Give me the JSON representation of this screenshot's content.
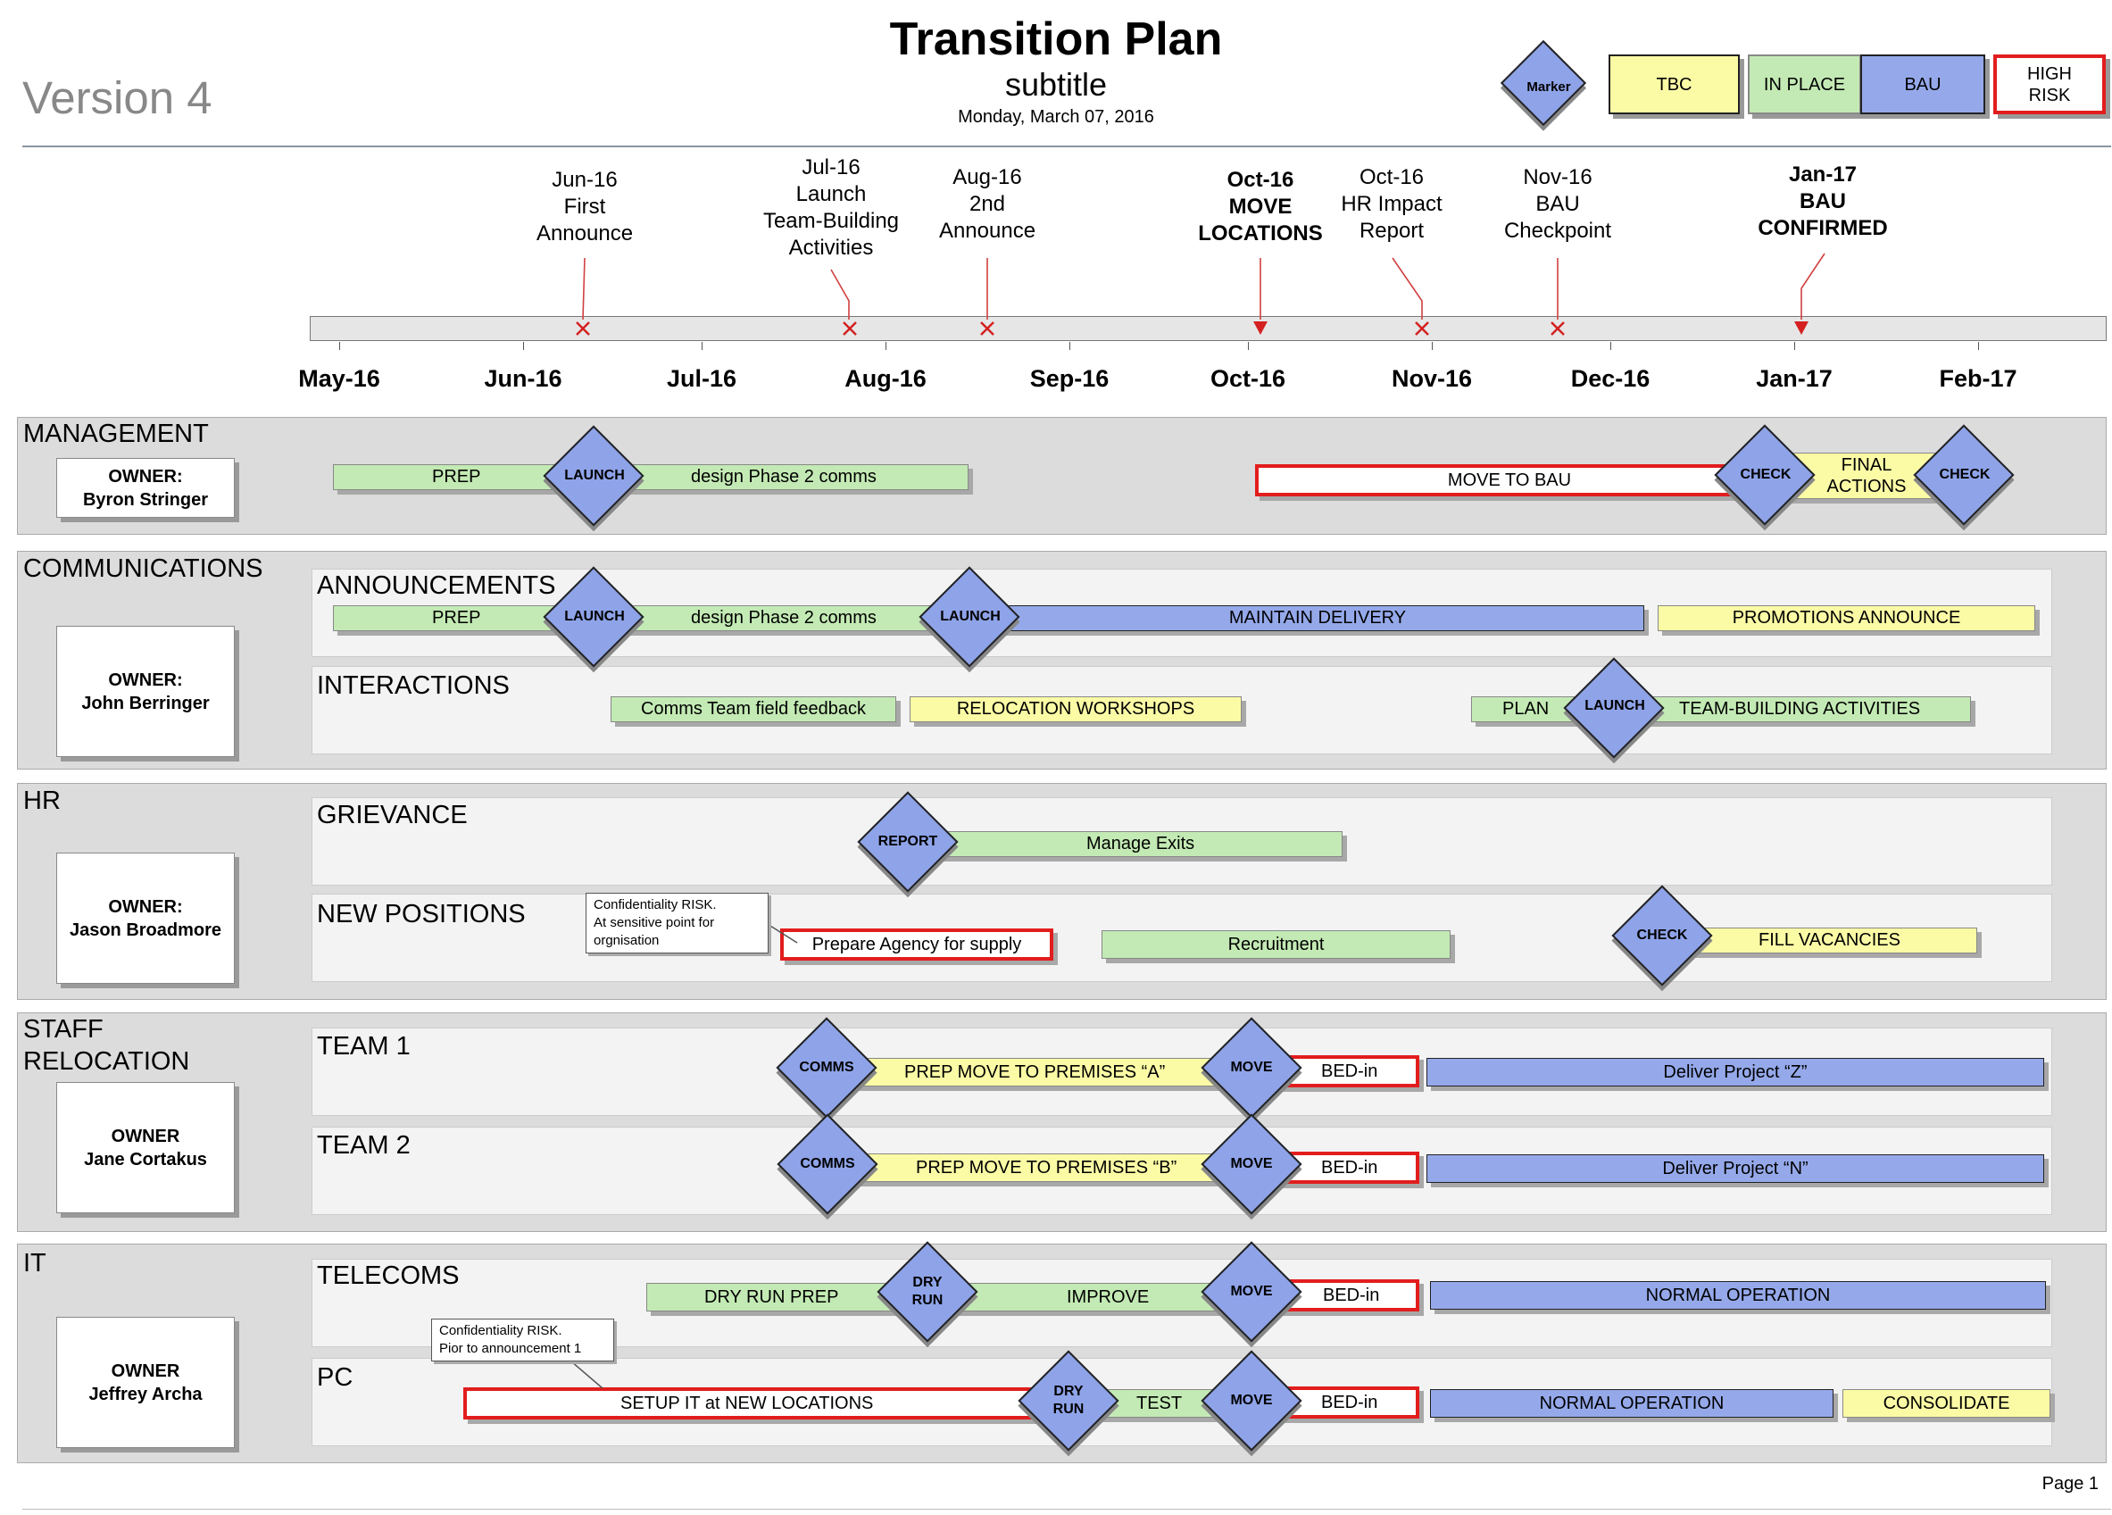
{
  "header": {
    "title": "Transition Plan",
    "subtitle": "subtitle",
    "date": "Monday, March 07, 2016",
    "version": "Version 4",
    "page": "Page 1"
  },
  "legend": {
    "marker": "Marker",
    "tbc": "TBC",
    "in_place": "IN PLACE",
    "bau": "BAU",
    "high_risk_1": "HIGH",
    "high_risk_2": "RISK"
  },
  "colors": {
    "in_place": "#c3eab4",
    "tbc": "#fbfba6",
    "bau": "#95a9ea",
    "high_risk": "#e21d1d",
    "marker": "#8ea3e8"
  },
  "timeline": {
    "months": [
      "May-16",
      "Jun-16",
      "Jul-16",
      "Aug-16",
      "Sep-16",
      "Oct-16",
      "Nov-16",
      "Dec-16",
      "Jan-17",
      "Feb-17"
    ],
    "milestones": [
      {
        "l1": "Jun-16",
        "l2": "First",
        "l3": "Announce",
        "l4": ""
      },
      {
        "l1": "Jul-16",
        "l2": "Launch",
        "l3": "Team-Building",
        "l4": "Activities"
      },
      {
        "l1": "Aug-16",
        "l2": "2nd",
        "l3": "Announce",
        "l4": ""
      },
      {
        "l1": "Oct-16",
        "l2": "MOVE",
        "l3": "LOCATIONS",
        "l4": ""
      },
      {
        "l1": "Oct-16",
        "l2": "HR Impact",
        "l3": "Report",
        "l4": ""
      },
      {
        "l1": "Nov-16",
        "l2": "BAU",
        "l3": "Checkpoint",
        "l4": ""
      },
      {
        "l1": "Jan-17",
        "l2": "BAU",
        "l3": "CONFIRMED",
        "l4": ""
      }
    ]
  },
  "sections": {
    "management": {
      "title": "MANAGEMENT",
      "owner_label": "OWNER:",
      "owner_name": "Byron Stringer"
    },
    "communications": {
      "title": "COMMUNICATIONS",
      "owner_label": "OWNER:",
      "owner_name": "John Berringer"
    },
    "hr": {
      "title": "HR",
      "owner_label": "OWNER:",
      "owner_name": "Jason Broadmore"
    },
    "staff": {
      "title1": "STAFF",
      "title2": "RELOCATION",
      "owner_label": "OWNER",
      "owner_name": "Jane Cortakus"
    },
    "it": {
      "title": "IT",
      "owner_label": "OWNER",
      "owner_name": "Jeffrey Archa"
    }
  },
  "lanes": {
    "announcements": "ANNOUNCEMENTS",
    "interactions": "INTERACTIONS",
    "grievance": "GRIEVANCE",
    "new_positions": "NEW POSITIONS",
    "team1": "TEAM 1",
    "team2": "TEAM 2",
    "telecoms": "TELECOMS",
    "pc": "PC"
  },
  "tasks": {
    "prep": "PREP",
    "design_phase2": "design Phase 2 comms",
    "move_to_bau": "MOVE TO BAU",
    "final_actions_1": "FINAL",
    "final_actions_2": "ACTIONS",
    "maintain_delivery": "MAINTAIN DELIVERY",
    "promotions_announce": "PROMOTIONS ANNOUNCE",
    "comms_feedback": "Comms Team field feedback",
    "relocation_workshops": "RELOCATION WORKSHOPS",
    "plan": "PLAN",
    "team_building": "TEAM-BUILDING ACTIVITIES",
    "manage_exits": "Manage Exits",
    "prepare_agency": "Prepare Agency for supply",
    "recruitment": "Recruitment",
    "fill_vacancies": "FILL VACANCIES",
    "prep_move_a": "PREP MOVE TO PREMISES “A”",
    "prep_move_b": "PREP MOVE TO PREMISES “B”",
    "bed_in": "BED-in",
    "deliver_z": "Deliver Project “Z”",
    "deliver_n": "Deliver Project “N”",
    "dry_run_prep": "DRY RUN PREP",
    "improve": "IMPROVE",
    "normal_operation": "NORMAL OPERATION",
    "setup_it": "SETUP IT at NEW LOCATIONS",
    "test": "TEST",
    "consolidate": "CONSOLIDATE"
  },
  "diamonds": {
    "launch": "LAUNCH",
    "check": "CHECK",
    "report": "REPORT",
    "comms": "COMMS",
    "move": "MOVE",
    "dry": "DRY",
    "run": "RUN"
  },
  "notes": {
    "hr_note_1": "Confidentiality RISK.",
    "hr_note_2": "At sensitive point for",
    "hr_note_3": "orgnisation",
    "it_note_1": "Confidentiality RISK.",
    "it_note_2": "Pior to announcement 1"
  }
}
